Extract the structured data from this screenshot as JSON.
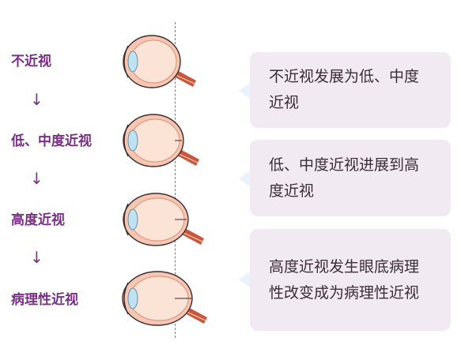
{
  "stages": [
    {
      "label": "不近视"
    },
    {
      "label": "低、中度近视"
    },
    {
      "label": "高度近视"
    },
    {
      "label": "病理性近视"
    }
  ],
  "arrow_glyph": "↓",
  "callouts": [
    {
      "text": "不近视发展为低、中度近视"
    },
    {
      "text": "低、中度近视进展到高度近视"
    },
    {
      "text": "高度近视发生眼底病理性改变成为病理性近视"
    }
  ],
  "colors": {
    "label": "#7a2f86",
    "eye_outer": "#f7c6b0",
    "eye_inner": "#fbe4d6",
    "lens": "#bfe2f2",
    "nerve": "#c9553e",
    "guide_line": "#c9538a",
    "callout_bg": "#f2eaf2",
    "pointer": "#eaf3fb"
  },
  "eye_icons": [
    "eye-normal-icon",
    "eye-mild-myopia-icon",
    "eye-high-myopia-icon",
    "eye-pathologic-myopia-icon"
  ]
}
